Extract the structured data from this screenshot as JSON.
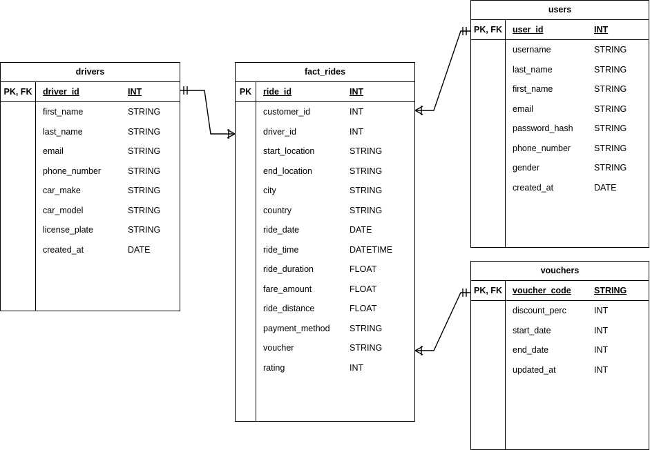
{
  "diagram": {
    "title": "Ride-hailing star schema ER diagram",
    "notation": "crow's foot",
    "line_color": "#000000",
    "background_color": "#ffffff"
  },
  "entities": [
    {
      "id": "drivers",
      "name": "drivers",
      "key_label": "PK, FK",
      "primary_key": {
        "name": "driver_id",
        "type": "INT"
      },
      "fields": [
        {
          "name": "first_name",
          "type": "STRING"
        },
        {
          "name": "last_name",
          "type": "STRING"
        },
        {
          "name": "email",
          "type": "STRING"
        },
        {
          "name": "phone_number",
          "type": "STRING"
        },
        {
          "name": "car_make",
          "type": "STRING"
        },
        {
          "name": "car_model",
          "type": "STRING"
        },
        {
          "name": "license_plate",
          "type": "STRING"
        },
        {
          "name": "created_at",
          "type": "DATE"
        }
      ]
    },
    {
      "id": "fact_rides",
      "name": "fact_rides",
      "key_label": "PK",
      "primary_key": {
        "name": "ride_id",
        "type": "INT"
      },
      "fields": [
        {
          "name": "customer_id",
          "type": "INT"
        },
        {
          "name": "driver_id",
          "type": "INT"
        },
        {
          "name": "start_location",
          "type": "STRING"
        },
        {
          "name": "end_location",
          "type": "STRING"
        },
        {
          "name": "city",
          "type": "STRING"
        },
        {
          "name": "country",
          "type": "STRING"
        },
        {
          "name": "ride_date",
          "type": "DATE"
        },
        {
          "name": "ride_time",
          "type": "DATETIME"
        },
        {
          "name": "ride_duration",
          "type": "FLOAT"
        },
        {
          "name": "fare_amount",
          "type": "FLOAT"
        },
        {
          "name": "ride_distance",
          "type": "FLOAT"
        },
        {
          "name": "payment_method",
          "type": "STRING"
        },
        {
          "name": "voucher",
          "type": "STRING"
        },
        {
          "name": "rating",
          "type": "INT"
        }
      ]
    },
    {
      "id": "users",
      "name": "users",
      "key_label": "PK, FK",
      "primary_key": {
        "name": "user_id",
        "type": "INT"
      },
      "fields": [
        {
          "name": "username",
          "type": "STRING"
        },
        {
          "name": "last_name",
          "type": "STRING"
        },
        {
          "name": "first_name",
          "type": "STRING"
        },
        {
          "name": "email",
          "type": "STRING"
        },
        {
          "name": "password_hash",
          "type": "STRING"
        },
        {
          "name": "phone_number",
          "type": "STRING"
        },
        {
          "name": "gender",
          "type": "STRING"
        },
        {
          "name": "created_at",
          "type": "DATE"
        }
      ]
    },
    {
      "id": "vouchers",
      "name": "vouchers",
      "key_label": "PK, FK",
      "primary_key": {
        "name": "voucher_code",
        "type": "STRING"
      },
      "fields": [
        {
          "name": "discount_perc",
          "type": "INT"
        },
        {
          "name": "start_date",
          "type": "INT"
        },
        {
          "name": "end_date",
          "type": "INT"
        },
        {
          "name": "updated_at",
          "type": "INT"
        }
      ]
    }
  ],
  "relationships": [
    {
      "id": "drivers-fact_rides",
      "from": "drivers",
      "to": "fact_rides",
      "from_cardinality": "one",
      "to_cardinality": "many"
    },
    {
      "id": "fact_rides-users",
      "from": "fact_rides",
      "to": "users",
      "from_cardinality": "many",
      "to_cardinality": "one"
    },
    {
      "id": "fact_rides-vouchers",
      "from": "fact_rides",
      "to": "vouchers",
      "from_cardinality": "many",
      "to_cardinality": "one"
    }
  ]
}
